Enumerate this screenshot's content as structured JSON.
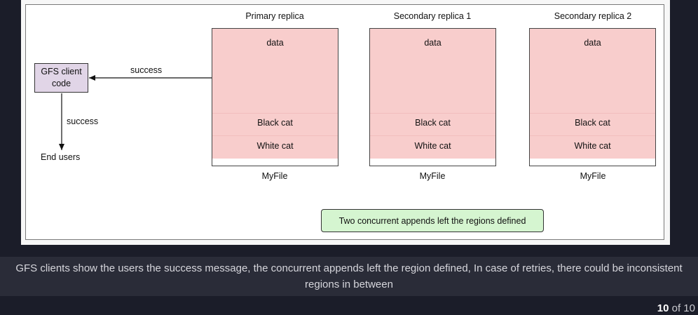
{
  "diagram": {
    "replicas": [
      {
        "title": "Primary replica",
        "data_label": "data",
        "row1": "Black cat",
        "row2": "White cat",
        "file": "MyFile"
      },
      {
        "title": "Secondary replica  1",
        "data_label": "data",
        "row1": "Black cat",
        "row2": "White cat",
        "file": "MyFile"
      },
      {
        "title": "Secondary replica  2",
        "data_label": "data",
        "row1": "Black cat",
        "row2": "White cat",
        "file": "MyFile"
      }
    ],
    "client": {
      "line1": "GFS client",
      "line2": "code"
    },
    "arrow_success_top": "success",
    "arrow_success_down": "success",
    "end_users": "End users",
    "note": "Two concurrent appends left the regions defined",
    "colors": {
      "replica_fill": "#f8cdcc",
      "client_fill": "#e1d5e7",
      "note_fill": "#d5f5d0"
    }
  },
  "caption": {
    "line1": "GFS clients show the users the success message, the concurrent appends left the region defined, In case of retries, there could be inconsistent",
    "line2": "regions in between"
  },
  "pager": {
    "current": "10",
    "of_total": "of 10"
  }
}
